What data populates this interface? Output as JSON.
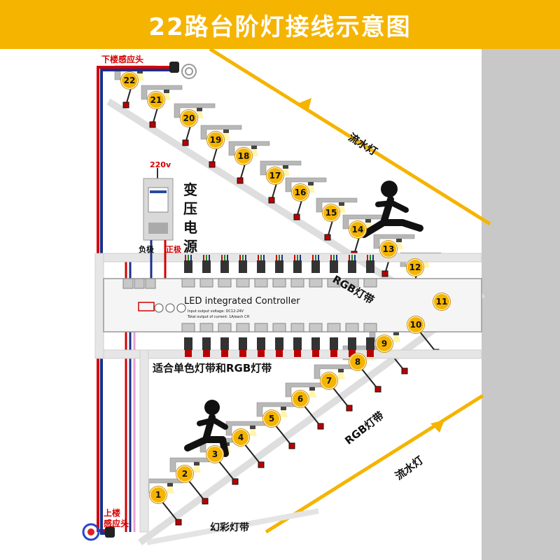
{
  "title": "22路台阶灯接线示意图",
  "labels": {
    "sensor_top": "下楼感应头",
    "sensor_bottom_line1": "上楼",
    "sensor_bottom_line2": "感应头",
    "psu_v": "220v",
    "psu": [
      "变",
      "压",
      "电",
      "源"
    ],
    "neg": "负极",
    "pos": "正极",
    "flow_top": "流水灯",
    "flow_bottom": "流水灯",
    "rgb_top": "RGB灯带",
    "rgb_bottom": "RGB灯带",
    "controller_title": "LED  integrated Controller",
    "controller_spec1": "Input output voltage: DC12-24V",
    "controller_spec2": "Total output of current: 1A/each CH",
    "suitable": "适合单色灯带和RGB灯带",
    "magic": "幻彩灯带"
  },
  "steps_upper": [
    "12",
    "13",
    "14",
    "15",
    "16",
    "17",
    "18",
    "19",
    "20",
    "21",
    "22"
  ],
  "steps_lower": [
    "1",
    "2",
    "3",
    "4",
    "5",
    "6",
    "7",
    "8",
    "9",
    "10",
    "11"
  ],
  "colors": {
    "accent": "#f5b400",
    "red_wire": "#d40000",
    "blue_wire": "#1b2f8a",
    "badge": "#f5b400",
    "stair": "#b8b8b8"
  }
}
